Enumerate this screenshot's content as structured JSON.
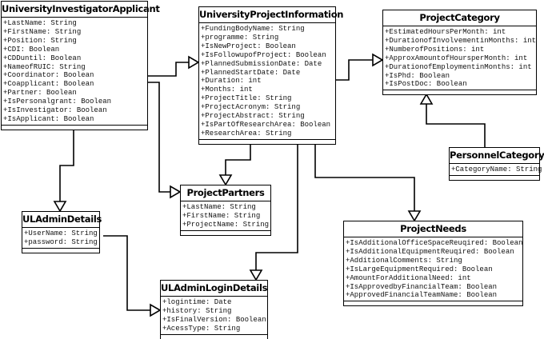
{
  "diagram": {
    "classes": [
      {
        "id": "UniversityInvestigatorApplicant",
        "name": "UniversityInvestigatorApplicant",
        "attributes": [
          "+LastName: String",
          "+FirstName: String",
          "+Position: String",
          "+CDI: Boolean",
          "+CDDuntil: Boolean",
          "+NameofRUIC: String",
          "+Coordinator: Boolean",
          "+Coapplicant: Boolean",
          "+Partner: Boolean",
          "+IsPersonalgrant: Boolean",
          "+IsInvestigator: Boolean",
          "+IsApplicant: Boolean"
        ]
      },
      {
        "id": "UniversityProjectInformation",
        "name": "UniversityProjectInformation",
        "attributes": [
          "+FundingBodyName: String",
          "+programme: String",
          "+IsNewProject: Boolean",
          "+IsFollowupofProject: Boolean",
          "+PlannedSubmissionDate: Date",
          "+PlannedStartDate: Date",
          "+Duration: int",
          "+Months: int",
          "+ProjectTitle: String",
          "+ProjectAcronym: String",
          "+ProjectAbstract: String",
          "+IsPartOfResearchArea: Boolean",
          "+ResearchArea: String"
        ]
      },
      {
        "id": "ProjectCategory",
        "name": "ProjectCategory",
        "attributes": [
          "+EstimatedHoursPerMonth: int",
          "+DurationofInvolvementinMonths: int",
          "+NumberofPositions: int",
          "+ApproxAmountofHoursperMonth: int",
          "+DurationofEmploymentinMonths: int",
          "+IsPhd: Boolean",
          "+IsPostDoc: Boolean"
        ]
      },
      {
        "id": "PersonnelCategory",
        "name": "PersonnelCategory",
        "attributes": [
          "+CategoryName: String"
        ]
      },
      {
        "id": "ProjectPartners",
        "name": "ProjectPartners",
        "attributes": [
          "+LastName: String",
          "+FirstName: String",
          "+ProjectName: String"
        ]
      },
      {
        "id": "ULAdminDetails",
        "name": "ULAdminDetails",
        "attributes": [
          "+UserName: String",
          "+password: String"
        ]
      },
      {
        "id": "ULAdminLoginDetails",
        "name": "ULAdminLoginDetails",
        "attributes": [
          "+logintime: Date",
          "+history: String",
          "+IsFinalVersion: Boolean",
          "+AcessType: String"
        ]
      },
      {
        "id": "ProjectNeeds",
        "name": "ProjectNeeds",
        "attributes": [
          "+IsAdditionalOfficeSpaceReuqired: Boolean",
          "+IsAdditionalEquipmentReuqired: Boolean",
          "+AdditionalComments: String",
          "+IsLargeEquipmentRequired: Boolean",
          "+AmountForAdditionalNeed: int",
          "+IsApprovedbyFinancialTeam: Boolean",
          "+ApprovedFinancialTeamName: Boolean"
        ]
      }
    ],
    "relations": [
      {
        "type": "generalization",
        "from": "UniversityInvestigatorApplicant",
        "to": "UniversityProjectInformation"
      },
      {
        "type": "generalization",
        "from": "UniversityInvestigatorApplicant",
        "to": "ProjectPartners"
      },
      {
        "type": "generalization",
        "from": "UniversityInvestigatorApplicant",
        "to": "ULAdminDetails"
      },
      {
        "type": "generalization",
        "from": "UniversityProjectInformation",
        "to": "ProjectCategory"
      },
      {
        "type": "generalization",
        "from": "UniversityProjectInformation",
        "to": "ProjectPartners"
      },
      {
        "type": "generalization",
        "from": "UniversityProjectInformation",
        "to": "ULAdminLoginDetails"
      },
      {
        "type": "generalization",
        "from": "UniversityProjectInformation",
        "to": "ProjectNeeds"
      },
      {
        "type": "generalization",
        "from": "PersonnelCategory",
        "to": "ProjectCategory"
      },
      {
        "type": "generalization",
        "from": "ULAdminDetails",
        "to": "ULAdminLoginDetails"
      }
    ]
  }
}
